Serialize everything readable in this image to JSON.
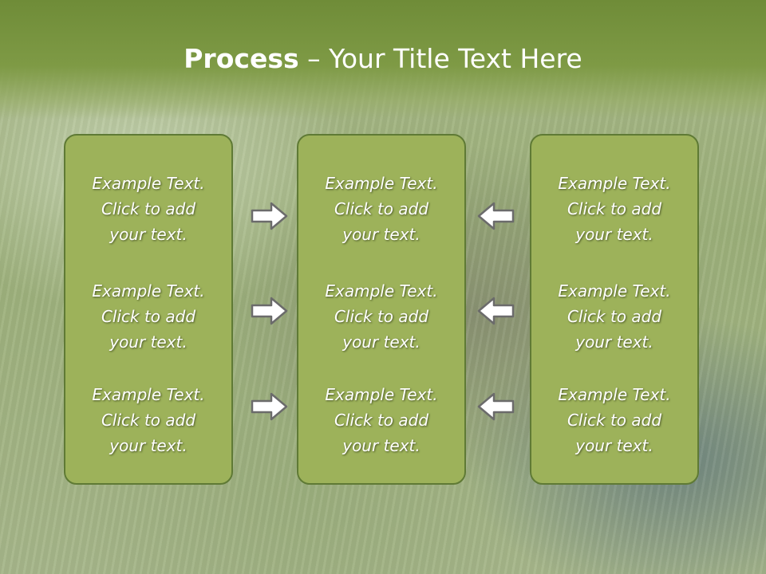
{
  "title": {
    "bold": "Process",
    "rest": " – Your Title Text Here"
  },
  "panels": [
    {
      "blocks": [
        [
          "Example Text.",
          "Click  to add",
          "your text."
        ],
        [
          "Example Text.",
          "Click  to add",
          "your text."
        ],
        [
          "Example Text.",
          "Click  to add",
          "your text."
        ]
      ]
    },
    {
      "blocks": [
        [
          "Example Text.",
          "Click  to add",
          "your text."
        ],
        [
          "Example Text.",
          "Click  to add",
          "your text."
        ],
        [
          "Example Text.",
          "Click  to add",
          "your text."
        ]
      ]
    },
    {
      "blocks": [
        [
          "Example Text.",
          "Click  to add",
          "your text."
        ],
        [
          "Example Text.",
          "Click  to add",
          "your text."
        ],
        [
          "Example Text.",
          "Click  to add",
          "your text."
        ]
      ]
    }
  ],
  "arrows": {
    "left_group": "right-arrow-icon",
    "right_group": "left-arrow-icon"
  },
  "colors": {
    "header": "#7e9a45",
    "panel_fill": "#9db25a",
    "panel_border": "#5f7a35",
    "text": "#ffffff"
  }
}
